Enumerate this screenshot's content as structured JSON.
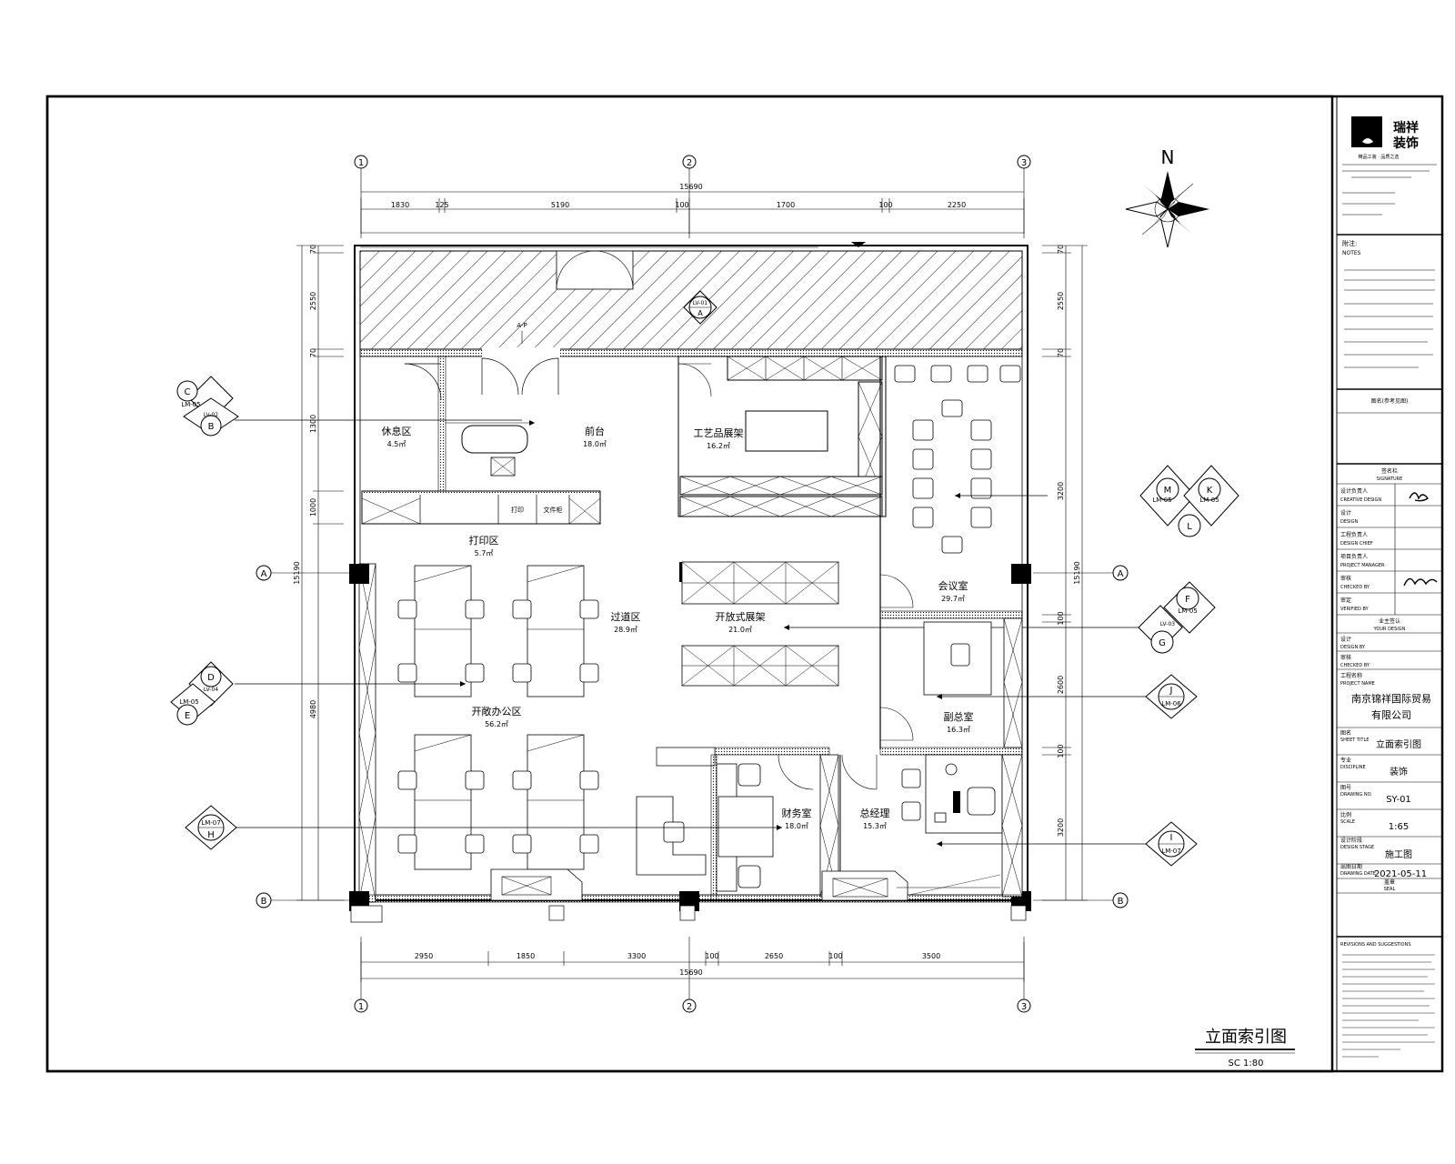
{
  "plan": {
    "grid_columns": [
      "1",
      "2",
      "3"
    ],
    "grid_rows": [
      "A",
      "B"
    ],
    "dims_top": [
      "1830",
      "125",
      "5190",
      "100",
      "1700",
      "100",
      "2250"
    ],
    "dims_top_total": "15690",
    "dims_bottom": [
      "2950",
      "1850",
      "3300",
      "100",
      "2650",
      "100",
      "3500"
    ],
    "dims_bottom_total": "15690",
    "dims_left": [
      "70",
      "2550",
      "70",
      "1300",
      "1000",
      "4980",
      "15190"
    ],
    "dims_right": [
      "70",
      "2550",
      "70",
      "3200",
      "15190",
      "100",
      "2600",
      "100",
      "3200"
    ],
    "north_label": "N",
    "rooms": [
      {
        "name": "前台",
        "area": "18.0㎡"
      },
      {
        "name": "休息区",
        "area": "4.5㎡"
      },
      {
        "name": "工艺品展架",
        "area": "16.2㎡"
      },
      {
        "name": "打印区",
        "area": "5.7㎡"
      },
      {
        "name": "过道区",
        "area": "28.9㎡"
      },
      {
        "name": "开放式展架",
        "area": "21.0㎡"
      },
      {
        "name": "开敞办公区",
        "area": "56.2㎡"
      },
      {
        "name": "会议室",
        "area": "29.7㎡"
      },
      {
        "name": "副总室",
        "area": "16.3㎡"
      },
      {
        "name": "财务室",
        "area": "18.0㎡"
      },
      {
        "name": "总经理",
        "area": "15.3㎡"
      }
    ],
    "cabinet_labels": [
      "打印",
      "文件柜"
    ],
    "callout_codes": {
      "C": "C",
      "B": "B",
      "CB_sheet": "LM-05",
      "CB_ref": "LV-02",
      "D": "D",
      "E": "E",
      "DE_sheet": "LM-05",
      "DE_ref": "LV-04",
      "H": "H",
      "H_sheet": "LM-07",
      "M": "M",
      "K": "K",
      "L": "L",
      "MK_sheet": "LM-05",
      "MK_sheet2": "LM-05",
      "F": "F",
      "G": "G",
      "FG_sheet": "LM-05",
      "FG_ref": "LV-03",
      "J": "J",
      "J_sheet": "LM-06",
      "I": "I",
      "I_sheet": "LM-07",
      "A": "A",
      "A_ref": "LV-01"
    },
    "drawing_title": "立面索引图",
    "drawing_scale": "SC 1:80"
  },
  "titleblock": {
    "brand": [
      "瑞祥",
      "装饰"
    ],
    "brand_sub": "精品工装 · 品质之选",
    "notes_heading": "附注:",
    "notes_heading_en": "NOTES",
    "drawing_item_label": "图名(参考见图)",
    "signature_head": "签名栏",
    "signature_head_en": "SIGNATURE",
    "rows": [
      {
        "cn": "设计负责人",
        "en": "CREATIVE DESIGN"
      },
      {
        "cn": "设计",
        "en": "DESIGN"
      },
      {
        "cn": "工程负责人",
        "en": "DESIGN CHIEF"
      },
      {
        "cn": "项目负责人",
        "en": "PROJECT MANAGER"
      },
      {
        "cn": "审核",
        "en": "CHECKED BY"
      },
      {
        "cn": "审定",
        "en": "VERIFIED BY"
      }
    ],
    "client_head": "业主签认",
    "client_head_en": "YOUR DESIGN",
    "client_rows": [
      {
        "cn": "设计",
        "en": "DESIGN BY"
      },
      {
        "cn": "审核",
        "en": "CHECKED BY"
      }
    ],
    "project_label": "工程名称",
    "project_label_en": "PROJECT NAME",
    "project_name_line1": "南京锦祥国际贸易",
    "project_name_line2": "有限公司",
    "sheet_title_label": "图名",
    "sheet_title_label_en": "SHEET TITLE",
    "sheet_title": "立面索引图",
    "discipline_label": "专业",
    "discipline_label_en": "DISCIPLINE",
    "discipline": "装饰",
    "drawing_no_label": "图号",
    "drawing_no_label_en": "DRAWING NO.",
    "drawing_no": "SY-01",
    "scale_label": "比例",
    "scale_label_en": "SCALE",
    "scale": "1:65",
    "stage_label": "设计阶段",
    "stage_label_en": "DESIGN STAGE",
    "stage": "施工图",
    "date_label": "出图日期",
    "date_label_en": "DRAWING DATE",
    "date": "2021-05-11",
    "seal_label": "盖章",
    "seal_label_en": "SEAL",
    "revisions_head": "REVISIONS AND SUGGESTIONS"
  }
}
